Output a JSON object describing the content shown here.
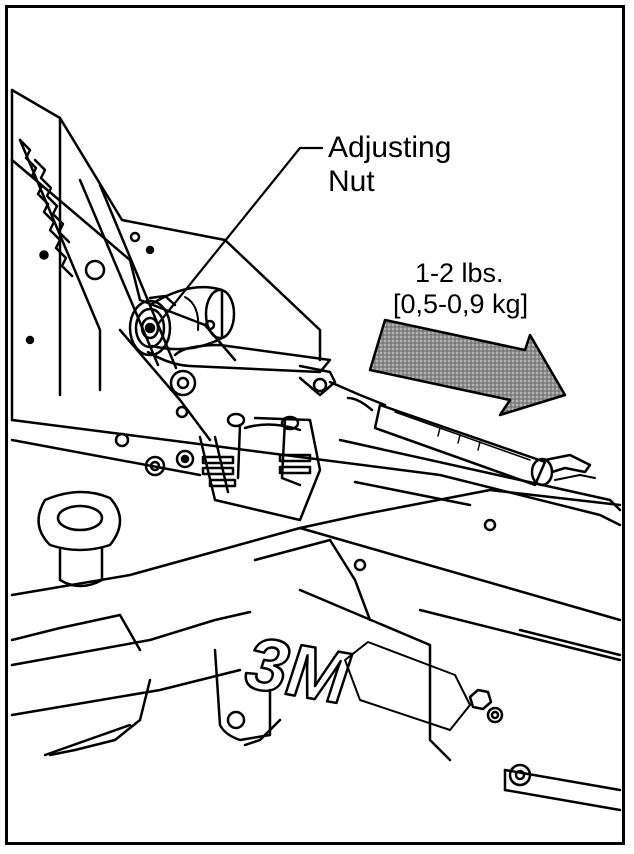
{
  "callout": {
    "line1": "Adjusting",
    "line2": "Nut"
  },
  "force": {
    "line1": "1-2 lbs.",
    "line2": "[0,5-0,9 kg]"
  },
  "logo": "3M",
  "colors": {
    "ink": "#000000",
    "paper": "#ffffff",
    "arrow_fill": "#9a9a9a"
  }
}
